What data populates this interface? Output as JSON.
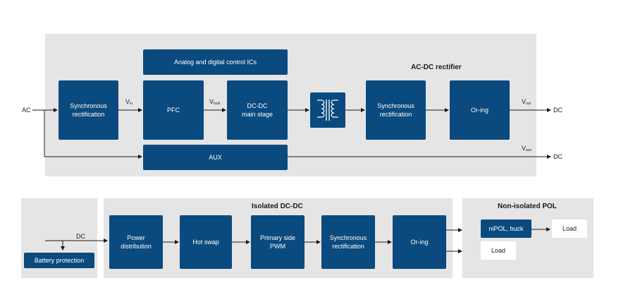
{
  "top": {
    "title": "AC-DC rectifier",
    "control_ics": "Analog and digital control ICs",
    "sync_rect_in": "Synchronous\nrectification",
    "pfc": "PFC",
    "dcdc": "DC-DC\nmain stage",
    "sync_rect_out": "Synchronous\nrectification",
    "oring": "Or-ing",
    "aux": "AUX",
    "ac_label": "AC",
    "dc_out_label": "DC",
    "dc_aux_label": "DC",
    "vin": {
      "main": "V",
      "sub": "in"
    },
    "vbulk": {
      "main": "V",
      "sub": "bulk"
    },
    "vout": {
      "main": "V",
      "sub": "out"
    },
    "vaux": {
      "main": "V",
      "sub": "aux"
    },
    "transformer_icon": "transformer-icon"
  },
  "bottom": {
    "left": {
      "dc_label": "DC",
      "battery_protection": "Battery protection"
    },
    "iso": {
      "title": "Isolated DC-DC",
      "power_distribution": "Power\ndistribution",
      "hot_swap": "Hot swap",
      "primary_pwm": "Primary side\nPWM",
      "sync_rect": "Synchronous\nrectification",
      "oring": "Or-ing"
    },
    "nonisolated": {
      "title": "Non-isolated POL",
      "nipol": "niPOL, buck",
      "load1": "Load",
      "load2": "Load"
    }
  },
  "colors": {
    "block": "#0a4a7e",
    "panel": "#e6e5e6",
    "line": "#1a1a1a"
  }
}
